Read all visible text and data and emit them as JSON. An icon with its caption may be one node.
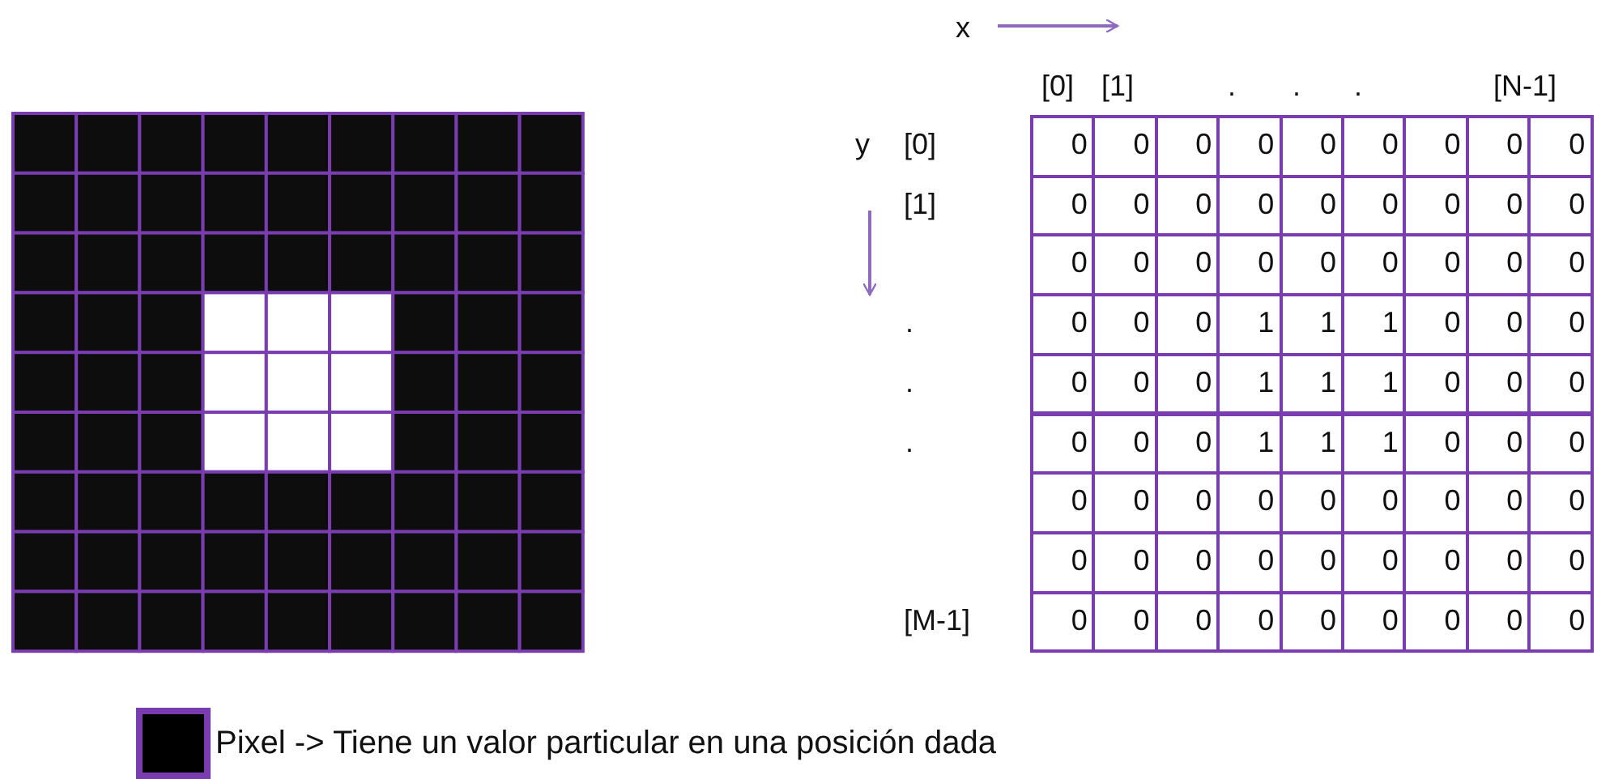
{
  "diagram": {
    "labels": [
      "x",
      "[0]",
      "[1]",
      ".",
      ".",
      ".",
      "[N-1]",
      "y",
      "[0]",
      "0",
      "0",
      "0",
      "0",
      "0",
      "0",
      "0",
      "0",
      "0",
      "[1]",
      "0",
      "0",
      "0",
      "0",
      "0",
      "0",
      "0",
      "0",
      "0",
      "0",
      "0",
      "0",
      "0",
      "0",
      "0",
      "0",
      "0",
      "0",
      ".",
      "0",
      "0",
      "0",
      "1",
      "1",
      "1",
      "0",
      "0",
      "0",
      ".",
      "0",
      "0",
      "0",
      "1",
      "1",
      "1",
      "0",
      "0",
      "0",
      ".",
      "0",
      "0",
      "0",
      "1",
      "1",
      "1",
      "0",
      "0",
      "0",
      "0",
      "0",
      "0",
      "0",
      "0",
      "0",
      "0",
      "0",
      "0",
      "0",
      "0",
      "0",
      "0",
      "0",
      "0",
      "0",
      "0",
      "0",
      "[M-1]",
      "0",
      "0",
      "0",
      "0",
      "0",
      "0",
      "0",
      "0",
      "0"
    ],
    "legend": [
      {
        "text": "Pixel -> Tiene un valor particular en una posición dada"
      }
    ]
  }
}
